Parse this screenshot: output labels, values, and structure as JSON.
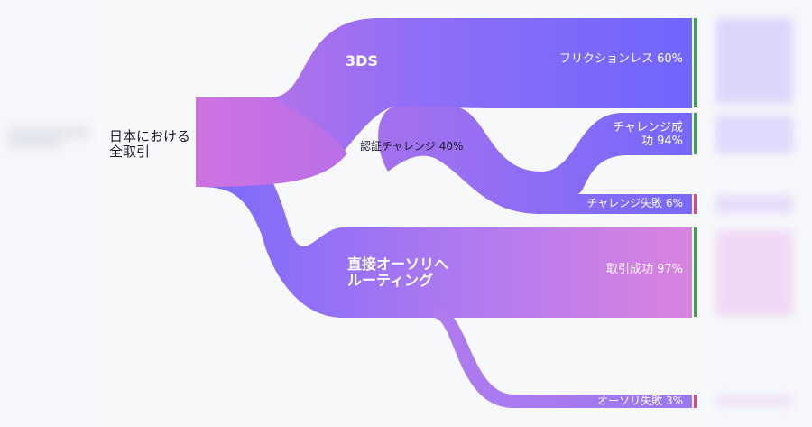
{
  "colors": {
    "pink": "#cd6fe2",
    "purple": "#7567fb",
    "success_bar": "#2aae3e",
    "fail_bar": "#ee3f79",
    "label_dark": "#1c1d2e"
  },
  "source": {
    "label": "日本における\n全取引"
  },
  "paths": {
    "threeds": {
      "label": "3DS"
    },
    "challenge": {
      "label": "認証チャレンジ 40%"
    },
    "direct": {
      "label": "直接オーソリへ\nルーティング"
    }
  },
  "outcomes": {
    "frictionless": {
      "label": "フリクションレス 60%",
      "status": "success"
    },
    "challenge_success": {
      "label": "チャレンジ成\n功 94%",
      "status": "success"
    },
    "challenge_fail": {
      "label": "チャレンジ失敗 6%",
      "status": "fail"
    },
    "transaction_success": {
      "label": "取引成功 97%",
      "status": "success"
    },
    "auth_fail": {
      "label": "オーソリ失敗 3%",
      "status": "fail"
    }
  }
}
